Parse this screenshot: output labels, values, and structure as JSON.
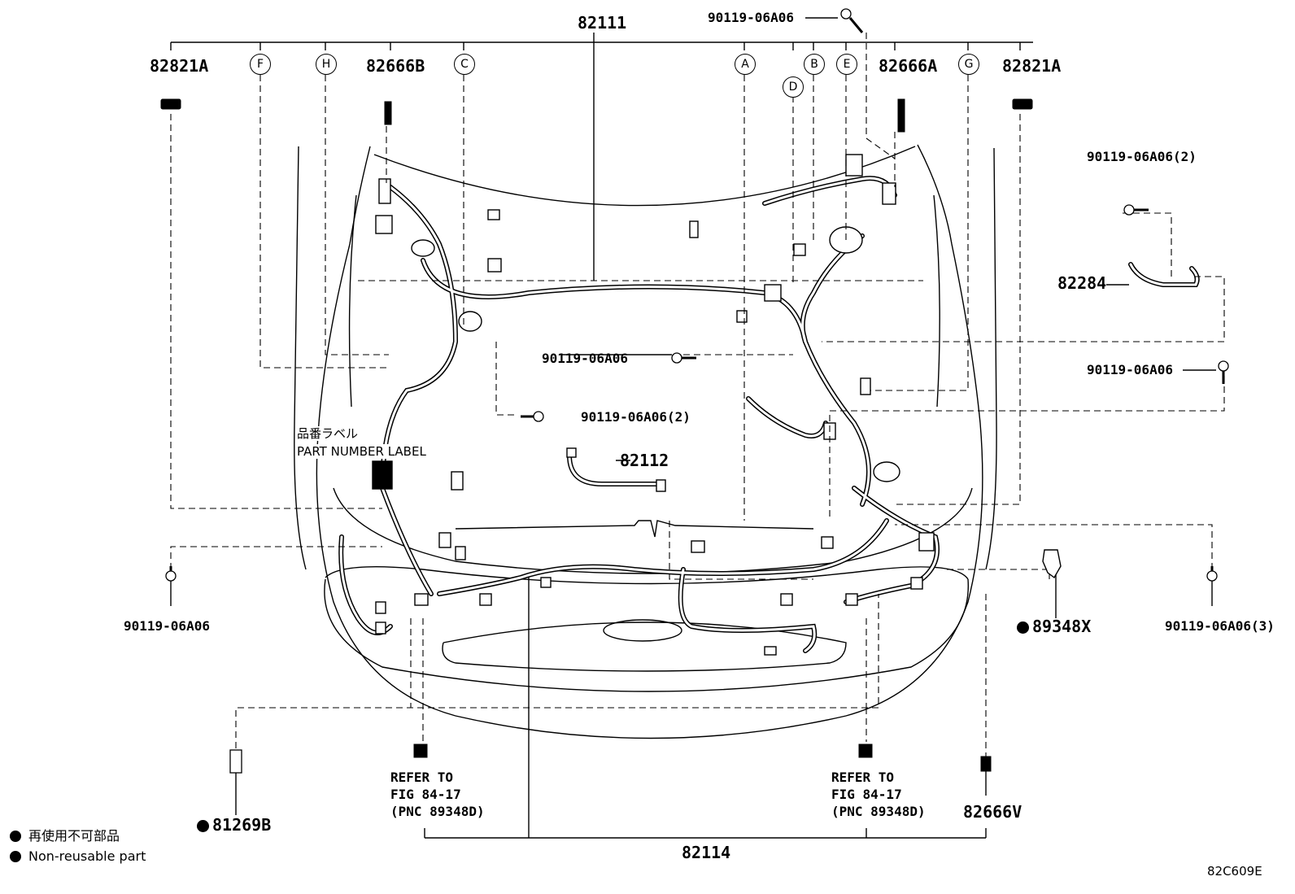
{
  "diagram": {
    "callouts": [
      {
        "code": "82111"
      },
      {
        "code": "90119-06A06"
      },
      {
        "code": "82821A"
      },
      {
        "code": "82666B"
      },
      {
        "code": "82666A"
      },
      {
        "code": "82821A"
      },
      {
        "code": "90119-06A06(2)"
      },
      {
        "code": "82284"
      },
      {
        "code": "90119-06A06"
      },
      {
        "code": "90119-06A06"
      },
      {
        "code": "90119-06A06(2)"
      },
      {
        "code": "82112"
      },
      {
        "code": "90119-06A06"
      },
      {
        "code": "89348X"
      },
      {
        "code": "90119-06A06(3)"
      },
      {
        "code": "81269B"
      },
      {
        "code": "82666V"
      },
      {
        "code": "82114"
      }
    ],
    "connector_markers": [
      "F",
      "H",
      "C",
      "A",
      "D",
      "B",
      "E",
      "G"
    ],
    "part_number_label": {
      "jp": "品番ラベル",
      "en": "PART NUMBER LABEL"
    },
    "refer_notes": [
      {
        "line1": "REFER TO",
        "line2": "FIG 84-17",
        "line3": "(PNC 89348D)"
      },
      {
        "line1": "REFER TO",
        "line2": "FIG 84-17",
        "line3": "(PNC 89348D)"
      }
    ],
    "legend": {
      "jp": "再使用不可部品",
      "en": "Non-reusable part"
    },
    "figure_code": "82C609E"
  }
}
